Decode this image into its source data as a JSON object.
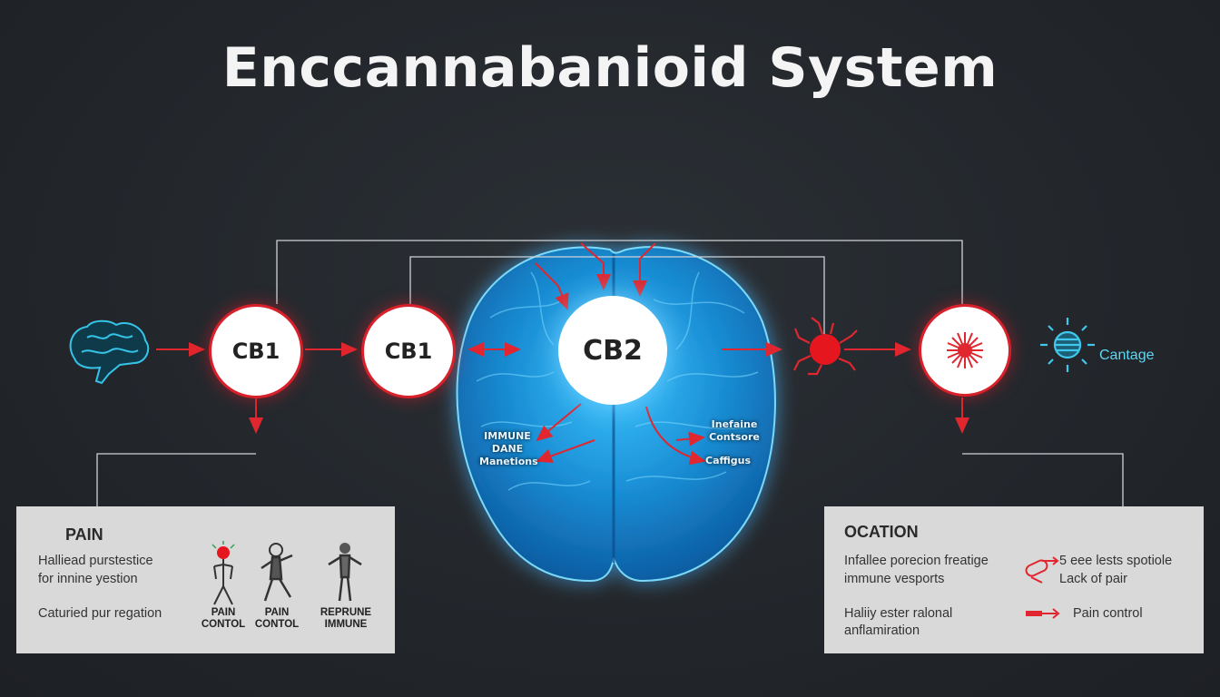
{
  "title": "Enccannabanioid System",
  "nodes": {
    "cb1_left": "CB1",
    "cb1_right": "CB1",
    "cb2": "CB2"
  },
  "brain_labels": {
    "left": [
      "IMMUNE",
      "DANE",
      "Manetions"
    ],
    "right_top": [
      "Inefaine",
      "Contsore"
    ],
    "right_bottom": "Caffigus"
  },
  "right_icon_label": "Cantage",
  "left_panel": {
    "heading": "PAIN",
    "lines": [
      "Halliead purstestice",
      "for innine yestion",
      "Caturied pur regation"
    ],
    "figures": [
      {
        "label": [
          "PAIN",
          "CONTOL"
        ]
      },
      {
        "label": [
          "PAIN",
          "CONTOL"
        ]
      },
      {
        "label": [
          "REPRUNE",
          "IMMUNE"
        ]
      }
    ]
  },
  "right_panel": {
    "heading": "OCATION",
    "lines": [
      "Infallee porecion freatige",
      "immune vesports",
      "Haliiy ester ralonal",
      "anflamiration"
    ],
    "legend": [
      {
        "text": [
          "5 eee lests spotiole",
          "Lack of pair"
        ]
      },
      {
        "text": [
          "Pain control"
        ]
      }
    ]
  },
  "colors": {
    "background": "#23272c",
    "accent_red": "#d8202a",
    "brain_blue": "#1fa8e8",
    "cyan": "#5fd6f2",
    "panel": "#d9d9d9"
  }
}
